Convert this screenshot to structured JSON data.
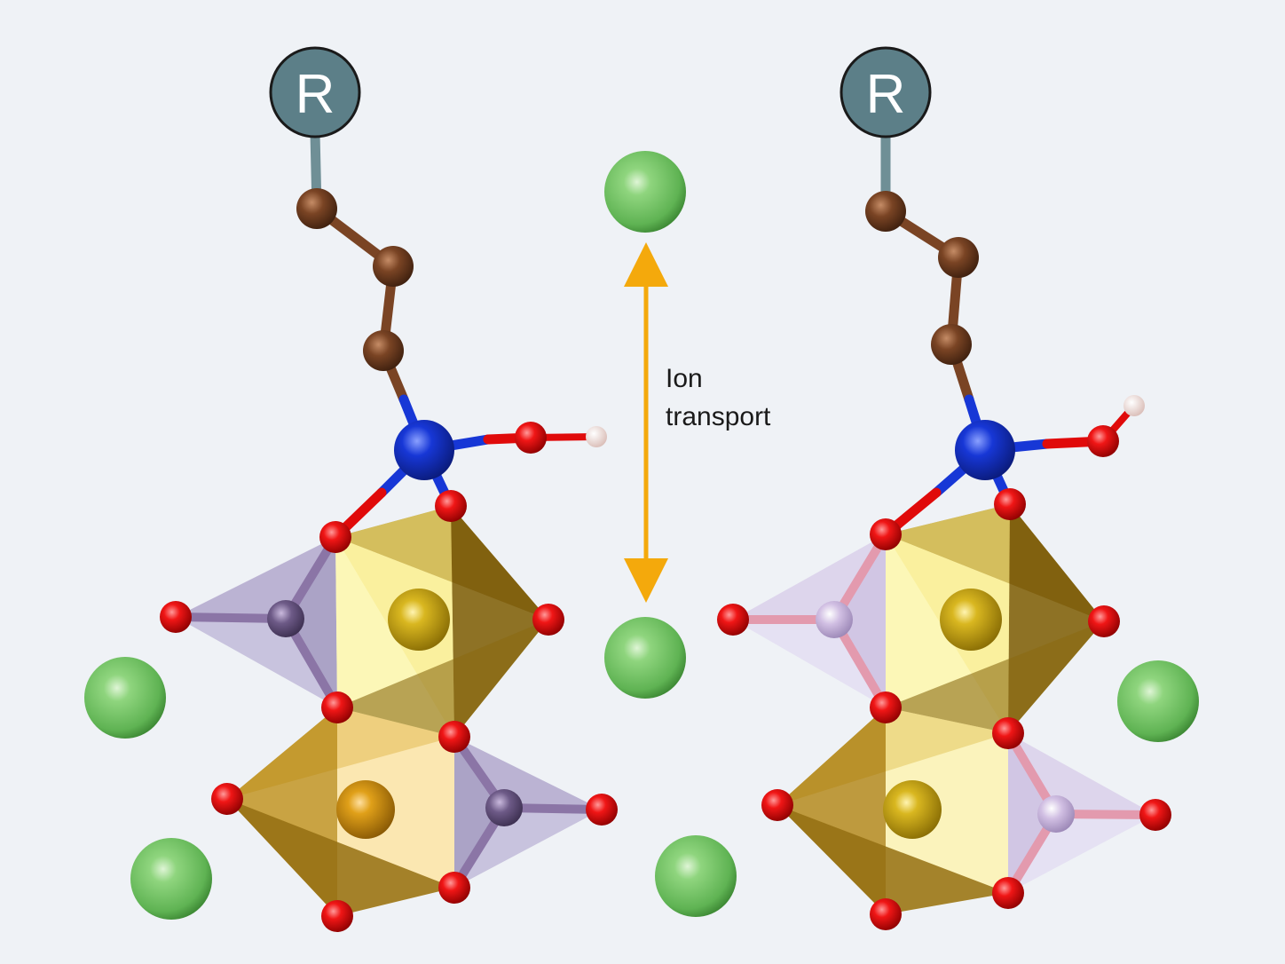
{
  "annotation": {
    "line1": "Ion",
    "line2": "transport",
    "arrow_color": "#f4a90c"
  },
  "structures": [
    {
      "id": "left",
      "r_label": "R"
    },
    {
      "id": "right",
      "r_label": "R"
    }
  ],
  "colors": {
    "background": "#eff2f6",
    "r_group": "#5c7f88",
    "carbon": "#7a4424",
    "nitrogen": "#1737d6",
    "oxygen": "#e00a0a",
    "hydrogen": "#f2d9d4",
    "metal_center": "#d9b720",
    "metal_center_lower": "#e0a019",
    "phosphorus_left": "#6d5a87",
    "phosphorus_right": "#c9b6dc",
    "cation": "#6cc45f",
    "octahedron": "#b08a1e",
    "tetrahedron": "#9b8bc2"
  }
}
